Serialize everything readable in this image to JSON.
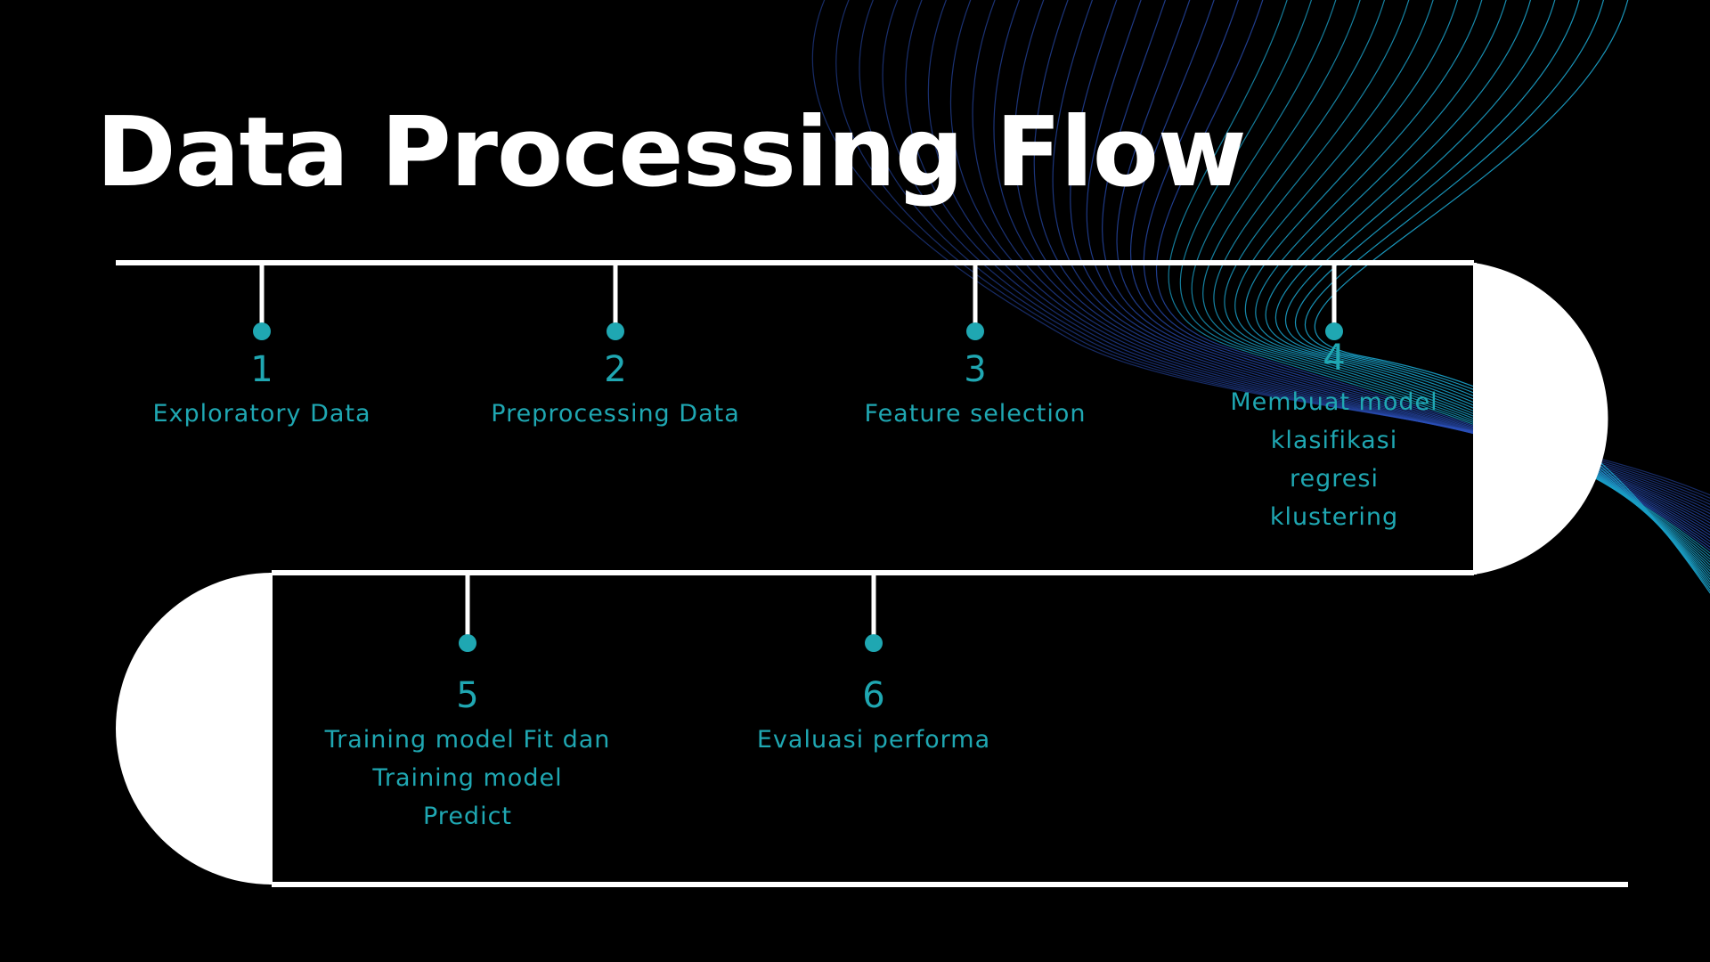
{
  "title": "Data Processing Flow",
  "colors": {
    "background": "#000000",
    "track": "#ffffff",
    "accent": "#1fa7b2",
    "wave_blue": "#2a4fb8",
    "wave_teal": "#1a9dc4"
  },
  "steps": [
    {
      "number": "1",
      "label": [
        "Exploratory Data"
      ]
    },
    {
      "number": "2",
      "label": [
        "Preprocessing Data"
      ]
    },
    {
      "number": "3",
      "label": [
        "Feature selection"
      ]
    },
    {
      "number": "4",
      "label": [
        "Membuat model",
        "klasifikasi",
        "regresi",
        "klustering"
      ]
    },
    {
      "number": "5",
      "label": [
        "Training model Fit dan",
        "Training model",
        "Predict"
      ]
    },
    {
      "number": "6",
      "label": [
        "Evaluasi performa"
      ]
    }
  ]
}
